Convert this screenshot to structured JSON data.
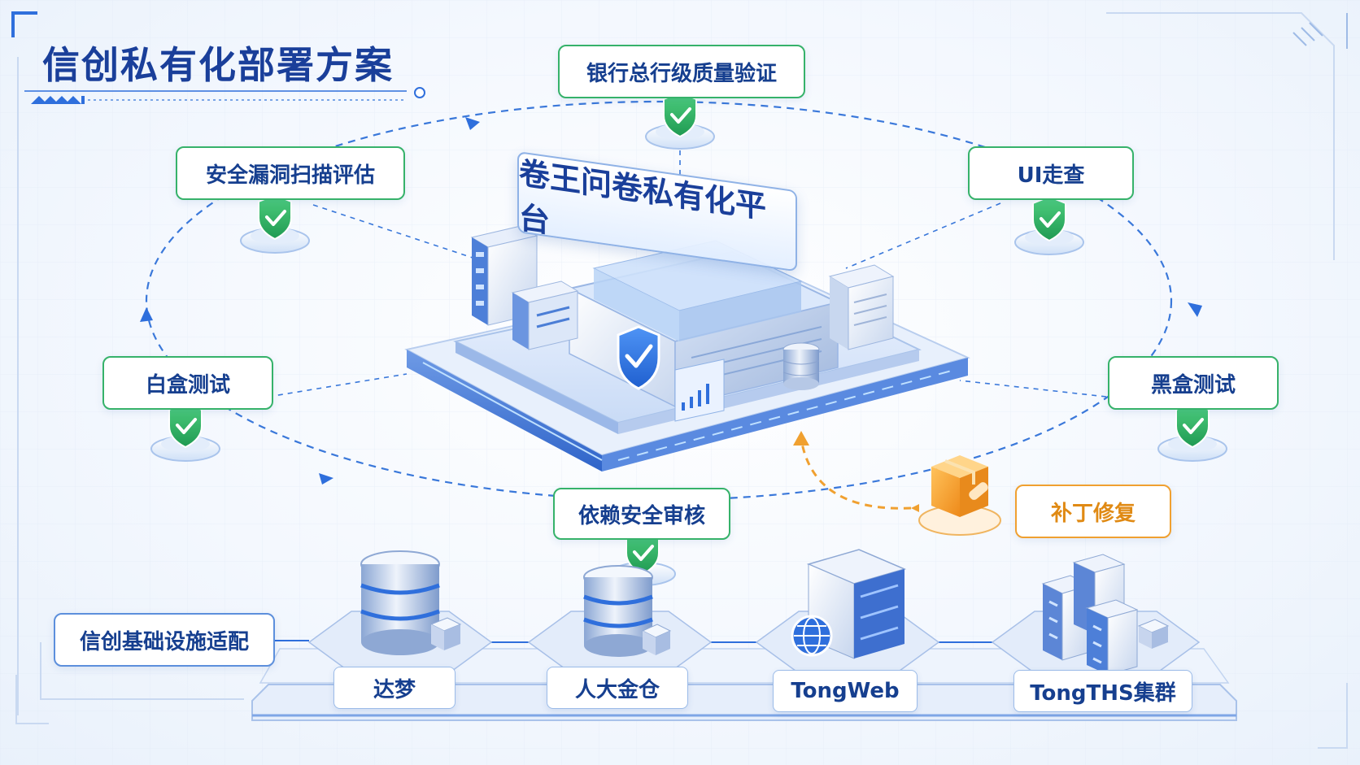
{
  "title": "信创私有化部署方案",
  "platform_name": "卷王问卷私有化平台",
  "verification_nodes": [
    {
      "id": "bank",
      "label": "银行总行级质量验证"
    },
    {
      "id": "vuln",
      "label": "安全漏洞扫描评估"
    },
    {
      "id": "ui",
      "label": "UI走查"
    },
    {
      "id": "whitebox",
      "label": "白盒测试"
    },
    {
      "id": "blackbox",
      "label": "黑盒测试"
    },
    {
      "id": "dependency",
      "label": "依赖安全审核"
    }
  ],
  "patch": {
    "label": "补丁修复"
  },
  "infrastructure": {
    "label": "信创基础设施适配",
    "components": [
      {
        "label": "达梦"
      },
      {
        "label": "人大金仓"
      },
      {
        "label": "TongWeb"
      },
      {
        "label": "TongTHS集群"
      }
    ]
  },
  "colors": {
    "primary_blue": "#2f6fdc",
    "check_green": "#2fb463",
    "patch_orange": "#f0a030",
    "title_blue": "#1a3f9a"
  }
}
